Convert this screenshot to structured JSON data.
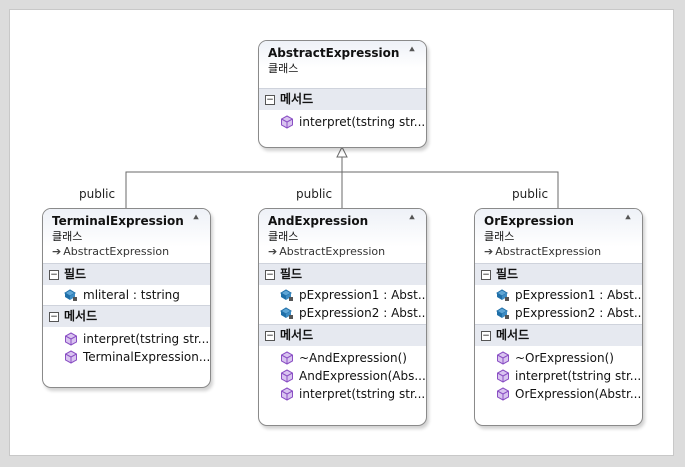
{
  "diagram": {
    "classes": {
      "abstract": {
        "name": "AbstractExpression",
        "kind": "클래스",
        "sections": [
          {
            "title": "메서드",
            "members": [
              {
                "icon": "method-icon",
                "text": "interpret(tstring  str..."
              }
            ]
          }
        ]
      },
      "terminal": {
        "name": "TerminalExpression",
        "kind": "클래스",
        "base": "AbstractExpression",
        "sections": [
          {
            "title": "필드",
            "members": [
              {
                "icon": "field-icon",
                "text": "mliteral : tstring"
              }
            ]
          },
          {
            "title": "메서드",
            "members": [
              {
                "icon": "method-icon",
                "text": "interpret(tstring  str..."
              },
              {
                "icon": "method-icon",
                "text": "TerminalExpression..."
              }
            ]
          }
        ]
      },
      "and": {
        "name": "AndExpression",
        "kind": "클래스",
        "base": "AbstractExpression",
        "sections": [
          {
            "title": "필드",
            "members": [
              {
                "icon": "field-icon",
                "text": "pExpression1  :  Abst..."
              },
              {
                "icon": "field-icon",
                "text": "pExpression2  :  Abst..."
              }
            ]
          },
          {
            "title": "메서드",
            "members": [
              {
                "icon": "method-icon",
                "text": "~AndExpression()"
              },
              {
                "icon": "method-icon",
                "text": "AndExpression(Abs..."
              },
              {
                "icon": "method-icon",
                "text": "interpret(tstring  str..."
              }
            ]
          }
        ]
      },
      "or": {
        "name": "OrExpression",
        "kind": "클래스",
        "base": "AbstractExpression",
        "sections": [
          {
            "title": "필드",
            "members": [
              {
                "icon": "field-icon",
                "text": "pExpression1  :  Abst..."
              },
              {
                "icon": "field-icon",
                "text": "pExpression2  :  Abst..."
              }
            ]
          },
          {
            "title": "메서드",
            "members": [
              {
                "icon": "method-icon",
                "text": "~OrExpression()"
              },
              {
                "icon": "method-icon",
                "text": "interpret(tstring  str..."
              },
              {
                "icon": "method-icon",
                "text": "OrExpression(Abstr..."
              }
            ]
          }
        ]
      }
    },
    "relations": [
      {
        "label": "public"
      },
      {
        "label": "public"
      },
      {
        "label": "public"
      }
    ],
    "colors": {
      "header": "#eef1f7",
      "section": "#e6e9f0",
      "method_icon": "#8a4fc4",
      "field_icon": "#1f6fa8"
    }
  }
}
